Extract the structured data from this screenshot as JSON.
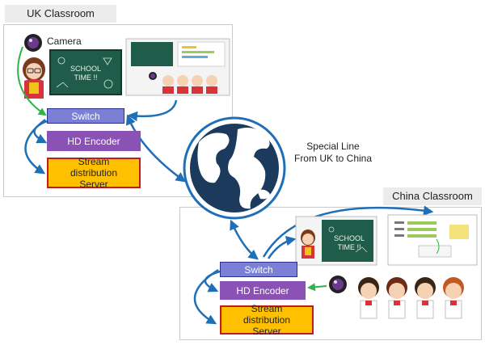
{
  "uk": {
    "title": "UK Classroom",
    "camera_label": "Camera",
    "switch_label": "Switch",
    "encoder_label": "HD Encoder",
    "server_label": "Stream distribution Server",
    "board_text": "SCHOOL TIME !!"
  },
  "link": {
    "label_line1": "Special Line",
    "label_line2": "From UK to China"
  },
  "china": {
    "title": "China Classroom",
    "switch_label": "Switch",
    "encoder_label": "HD Encoder",
    "server_label": "Stream distribution Server",
    "board_text": "SCHOOL TIME !!"
  },
  "colors": {
    "switch": "#7b7fd6",
    "encoder": "#8a52b4",
    "server": "#ffc000",
    "server_border": "#c01c1c",
    "arrow": "#1f6fb8",
    "camera_arrow": "#2fb34a",
    "globe": "#1b3a5c"
  }
}
